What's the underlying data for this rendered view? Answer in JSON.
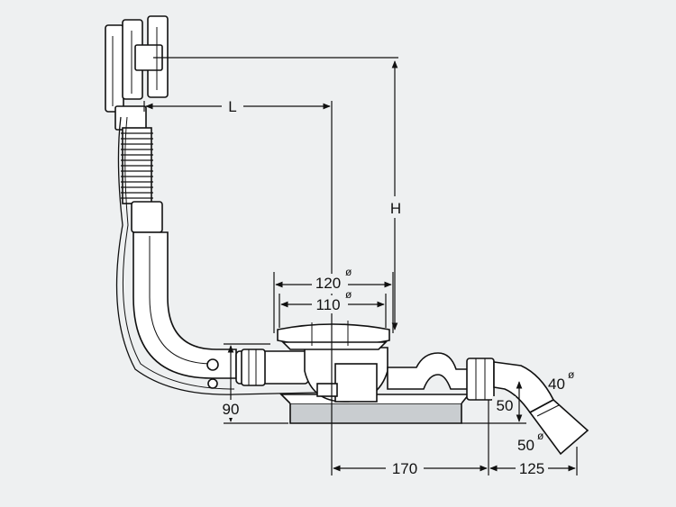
{
  "diagram": {
    "background": "#eef0f1",
    "line_color": "#111111",
    "fill_color": "#ffffff",
    "shade_color": "#c9cdd0",
    "labels": {
      "length": "L",
      "height": "H",
      "outer_diameter": "120",
      "inner_diameter": "110",
      "bottom_height": "90",
      "pipe_height": "50",
      "outlet_diameter": "40",
      "pipe_diameter": "50",
      "drain_offset": "170",
      "outlet_offset": "125"
    },
    "diameter_symbol": "ø"
  }
}
